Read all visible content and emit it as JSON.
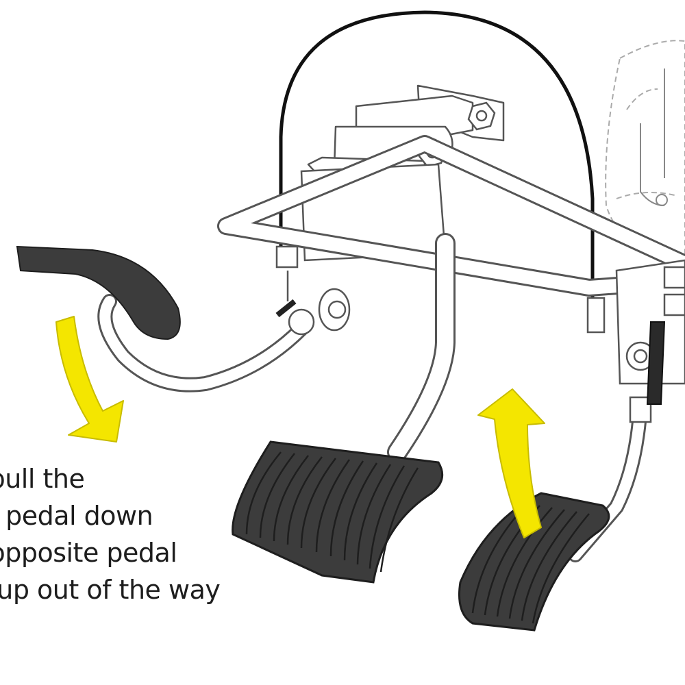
{
  "caption": {
    "lines": [
      "y pull the",
      "ed pedal down",
      "e opposite pedal",
      "ld up out of the way"
    ]
  },
  "colors": {
    "arrow_yellow": "#f4e600",
    "arrow_outline": "#c8bc00",
    "pedal_pad": "#3c3c3c",
    "pedal_grooves": "#1e1e1e",
    "frame_stroke": "#555555",
    "cable": "#111111",
    "seat_dashed": "#aaaaaa"
  },
  "icons": {
    "arrow_down": "yellow-curved-arrow-down",
    "arrow_up": "yellow-curved-arrow-up"
  }
}
